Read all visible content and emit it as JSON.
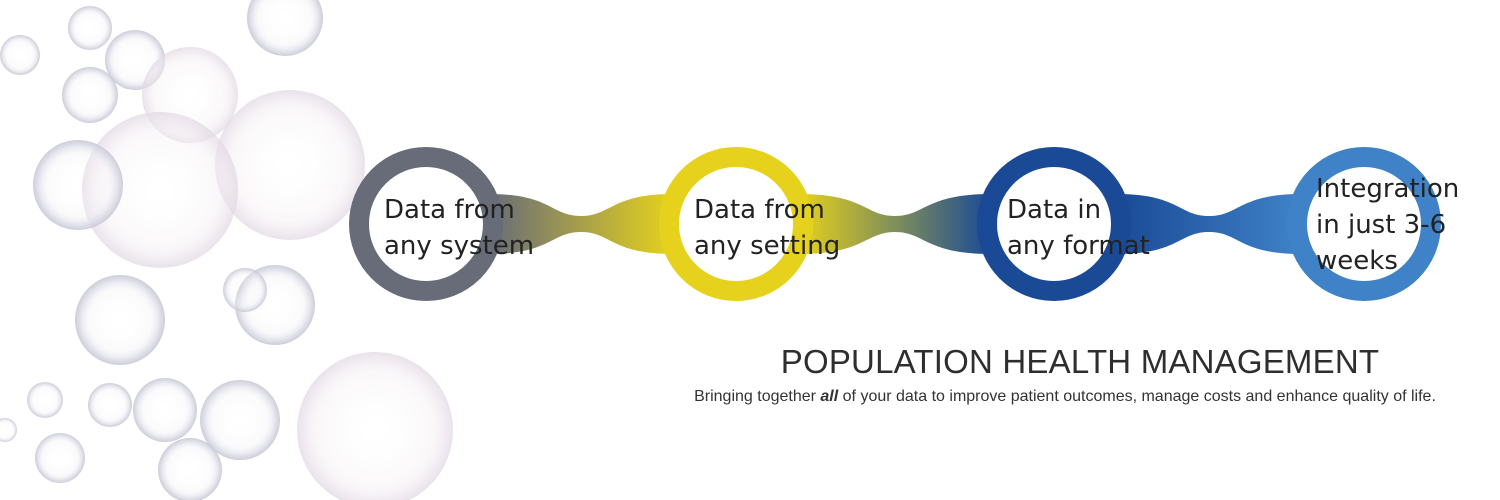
{
  "nodes": [
    {
      "label": "Data from\nany system",
      "color": "#676c78"
    },
    {
      "label": "Data from\nany setting",
      "color": "#e6d21c"
    },
    {
      "label": "Data in\nany format",
      "color": "#1a4a96"
    },
    {
      "label": "Integration\nin just 3-6\nweeks",
      "color": "#3f82c8"
    }
  ],
  "headline": "POPULATION HEALTH MANAGEMENT",
  "tagline": {
    "before": "Bringing together ",
    "emphasis": "all",
    "after": " of your data to improve patient outcomes, manage costs and enhance quality of life."
  }
}
